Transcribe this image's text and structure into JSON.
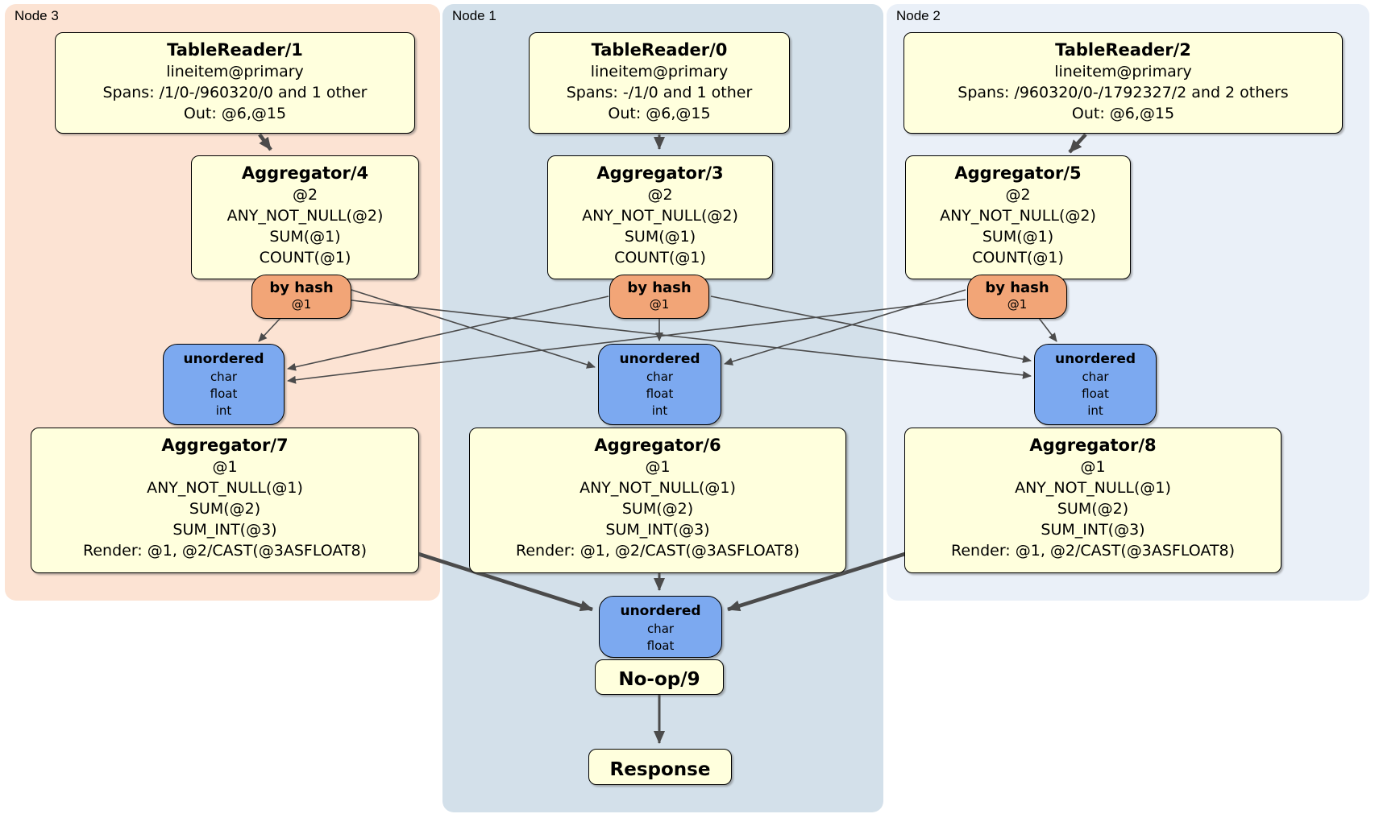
{
  "colors": {
    "process_fill": "#ffffdd",
    "router_fill": "#f2a577",
    "sync_fill": "#7ca9f0",
    "edge": "#4b4b4b",
    "node3_bg": "#fce3d3",
    "node1_bg": "#d3e0ea",
    "node2_bg": "#eaf0f8"
  },
  "nodes": [
    {
      "label": "Node 3",
      "table_reader": {
        "title": "TableReader/1",
        "lines": [
          "lineitem@primary",
          "Spans: /1/0-/960320/0 and 1 other",
          "Out: @6,@15"
        ]
      },
      "aggregator_top": {
        "title": "Aggregator/4",
        "lines": [
          "@2",
          "ANY_NOT_NULL(@2)",
          "SUM(@1)",
          "COUNT(@1)"
        ]
      },
      "router": {
        "title": "by hash",
        "lines": [
          "@1"
        ]
      },
      "synchronizer": {
        "title": "unordered",
        "lines": [
          "char",
          "float",
          "int"
        ]
      },
      "aggregator_bottom": {
        "title": "Aggregator/7",
        "lines": [
          "@1",
          "ANY_NOT_NULL(@1)",
          "SUM(@2)",
          "SUM_INT(@3)",
          "Render: @1, @2/CAST(@3ASFLOAT8)"
        ]
      }
    },
    {
      "label": "Node 1",
      "table_reader": {
        "title": "TableReader/0",
        "lines": [
          "lineitem@primary",
          "Spans: -/1/0 and 1 other",
          "Out: @6,@15"
        ]
      },
      "aggregator_top": {
        "title": "Aggregator/3",
        "lines": [
          "@2",
          "ANY_NOT_NULL(@2)",
          "SUM(@1)",
          "COUNT(@1)"
        ]
      },
      "router": {
        "title": "by hash",
        "lines": [
          "@1"
        ]
      },
      "synchronizer": {
        "title": "unordered",
        "lines": [
          "char",
          "float",
          "int"
        ]
      },
      "aggregator_bottom": {
        "title": "Aggregator/6",
        "lines": [
          "@1",
          "ANY_NOT_NULL(@1)",
          "SUM(@2)",
          "SUM_INT(@3)",
          "Render: @1, @2/CAST(@3ASFLOAT8)"
        ]
      }
    },
    {
      "label": "Node 2",
      "table_reader": {
        "title": "TableReader/2",
        "lines": [
          "lineitem@primary",
          "Spans: /960320/0-/1792327/2 and 2 others",
          "Out: @6,@15"
        ]
      },
      "aggregator_top": {
        "title": "Aggregator/5",
        "lines": [
          "@2",
          "ANY_NOT_NULL(@2)",
          "SUM(@1)",
          "COUNT(@1)"
        ]
      },
      "router": {
        "title": "by hash",
        "lines": [
          "@1"
        ]
      },
      "synchronizer": {
        "title": "unordered",
        "lines": [
          "char",
          "float",
          "int"
        ]
      },
      "aggregator_bottom": {
        "title": "Aggregator/8",
        "lines": [
          "@1",
          "ANY_NOT_NULL(@1)",
          "SUM(@2)",
          "SUM_INT(@3)",
          "Render: @1, @2/CAST(@3ASFLOAT8)"
        ]
      }
    }
  ],
  "final": {
    "synchronizer": {
      "title": "unordered",
      "lines": [
        "char",
        "float"
      ]
    },
    "noop_label": "No-op/9",
    "response_label": "Response"
  }
}
